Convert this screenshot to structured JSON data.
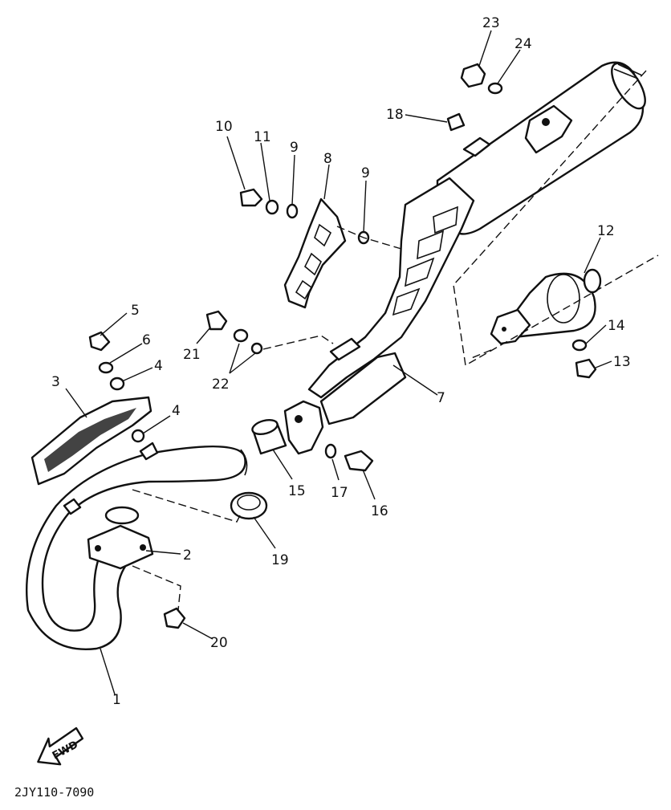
{
  "diagram_code": "2JY110-7090",
  "direction_label": "FWD",
  "callouts": [
    {
      "id": "c1",
      "text": "1"
    },
    {
      "id": "c2",
      "text": "2"
    },
    {
      "id": "c3",
      "text": "3"
    },
    {
      "id": "c4a",
      "text": "4"
    },
    {
      "id": "c4b",
      "text": "4"
    },
    {
      "id": "c5",
      "text": "5"
    },
    {
      "id": "c6",
      "text": "6"
    },
    {
      "id": "c7",
      "text": "7"
    },
    {
      "id": "c8",
      "text": "8"
    },
    {
      "id": "c9a",
      "text": "9"
    },
    {
      "id": "c9b",
      "text": "9"
    },
    {
      "id": "c10",
      "text": "10"
    },
    {
      "id": "c11",
      "text": "11"
    },
    {
      "id": "c12",
      "text": "12"
    },
    {
      "id": "c13",
      "text": "13"
    },
    {
      "id": "c14",
      "text": "14"
    },
    {
      "id": "c15",
      "text": "15"
    },
    {
      "id": "c16",
      "text": "16"
    },
    {
      "id": "c17",
      "text": "17"
    },
    {
      "id": "c18",
      "text": "18"
    },
    {
      "id": "c19",
      "text": "19"
    },
    {
      "id": "c20",
      "text": "20"
    },
    {
      "id": "c21",
      "text": "21"
    },
    {
      "id": "c22",
      "text": "22"
    },
    {
      "id": "c23",
      "text": "23"
    },
    {
      "id": "c24",
      "text": "24"
    }
  ]
}
